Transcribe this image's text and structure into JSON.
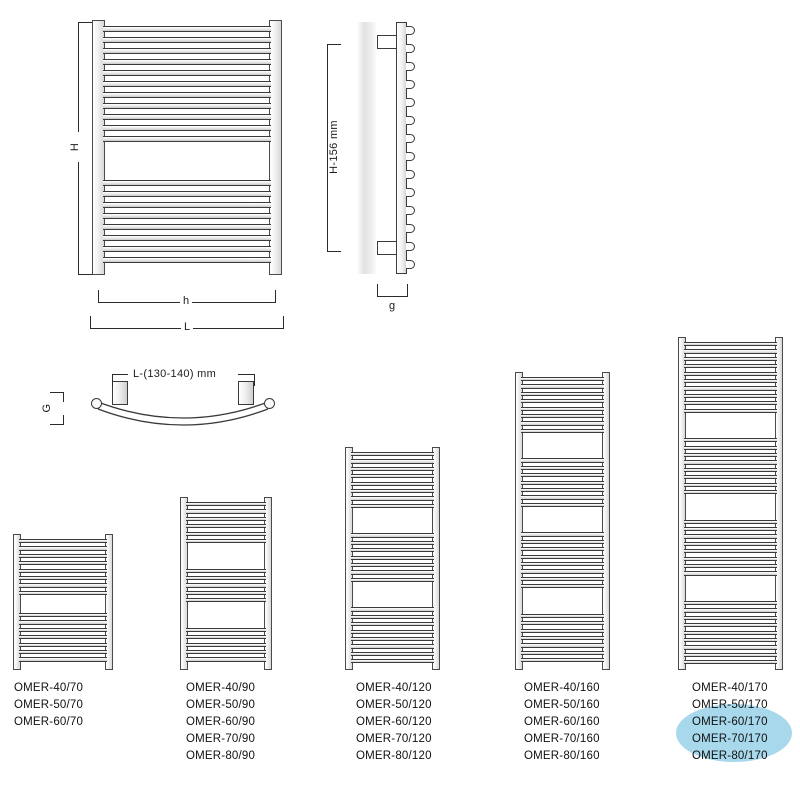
{
  "drawing": {
    "title": "OMER towel radiator technical drawing",
    "dimensions": {
      "front_height": "H",
      "front_inner_width": "h",
      "front_overall_width": "L",
      "side_bracket_span": "H-156 mm",
      "side_depth": "g",
      "bar_width": "L-(130-140) mm",
      "bar_height": "G"
    }
  },
  "models": {
    "columns": [
      {
        "key": "70",
        "items": [
          "OMER-40/70",
          "OMER-50/70",
          "OMER-60/70"
        ]
      },
      {
        "key": "90",
        "items": [
          "OMER-40/90",
          "OMER-50/90",
          "OMER-60/90",
          "OMER-70/90",
          "OMER-80/90"
        ]
      },
      {
        "key": "120",
        "items": [
          "OMER-40/120",
          "OMER-50/120",
          "OMER-60/120",
          "OMER-70/120",
          "OMER-80/120"
        ]
      },
      {
        "key": "160",
        "items": [
          "OMER-40/160",
          "OMER-50/160",
          "OMER-60/160",
          "OMER-70/160",
          "OMER-80/160"
        ]
      },
      {
        "key": "170",
        "items": [
          "OMER-40/170",
          "OMER-50/170",
          "OMER-60/170",
          "OMER-70/170",
          "OMER-80/170"
        ]
      }
    ]
  },
  "colors": {
    "line": "#2b2b2b",
    "metal_light": "#ffffff",
    "metal_dark": "#c9c9c9",
    "highlight": "#a8d8ec",
    "text": "#111111"
  }
}
